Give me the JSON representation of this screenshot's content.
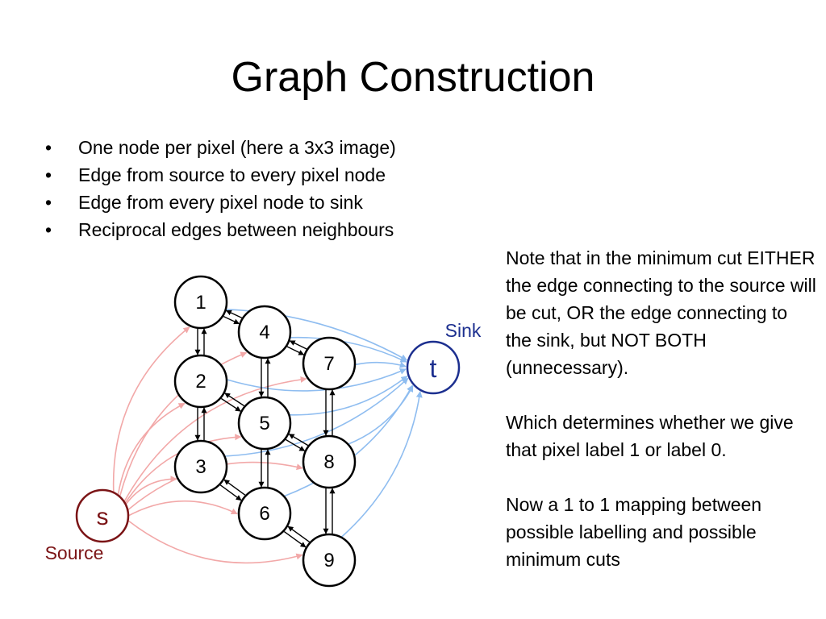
{
  "slide": {
    "title": "Graph Construction",
    "bullets": [
      "One node per pixel (here a 3x3 image)",
      "Edge from source to every pixel node",
      "Edge from every pixel node to sink",
      "Reciprocal edges between neighbours"
    ],
    "bullet_glyph": "•",
    "note_paragraphs": [
      "Note that in the minimum cut EITHER the edge connecting to the source will be cut, OR the edge connecting to the sink, but NOT BOTH (unnecessary).",
      "Which determines whether we give that pixel label 1 or label 0.",
      "Now a 1 to 1 mapping between possible labelling and possible minimum cuts"
    ]
  },
  "graph": {
    "pixel_nodes": [
      "1",
      "2",
      "3",
      "4",
      "5",
      "6",
      "7",
      "8",
      "9"
    ],
    "source": {
      "symbol": "s",
      "caption": "Source",
      "color": "#7b1416"
    },
    "sink": {
      "symbol": "t",
      "caption": "Sink",
      "color": "#1c2f8f"
    },
    "neighbour_edges": [
      [
        "1",
        "2"
      ],
      [
        "2",
        "3"
      ],
      [
        "4",
        "5"
      ],
      [
        "5",
        "6"
      ],
      [
        "7",
        "8"
      ],
      [
        "8",
        "9"
      ],
      [
        "1",
        "4"
      ],
      [
        "4",
        "7"
      ],
      [
        "2",
        "5"
      ],
      [
        "5",
        "8"
      ],
      [
        "3",
        "6"
      ],
      [
        "6",
        "9"
      ]
    ],
    "source_edge_color": "#f2a8a8",
    "sink_edge_color": "#8fbdf0"
  }
}
